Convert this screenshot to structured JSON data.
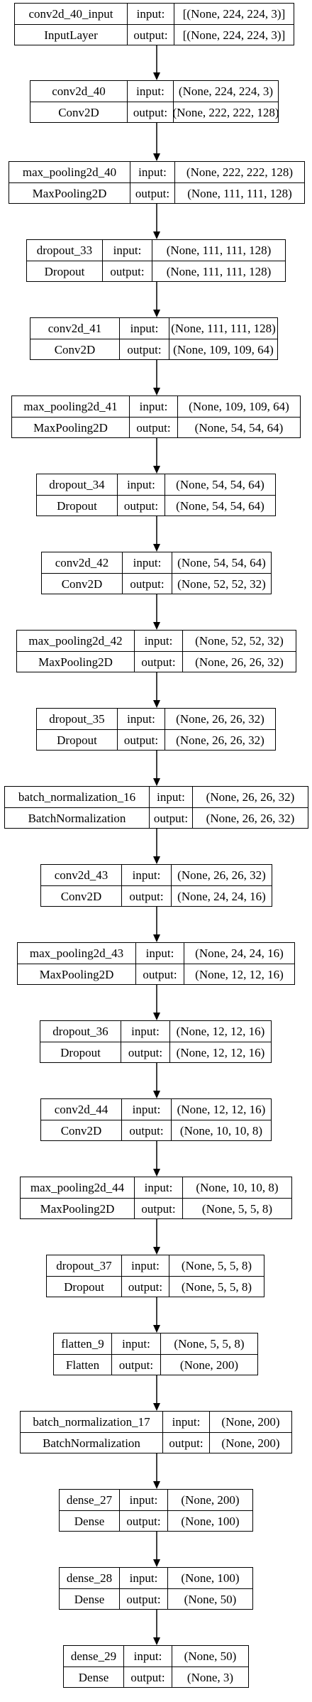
{
  "labels": {
    "input": "input:",
    "output": "output:"
  },
  "layers": [
    {
      "name": "conv2d_40_input",
      "type": "InputLayer",
      "input": "[(None, 224, 224, 3)]",
      "output": "[(None, 224, 224, 3)]"
    },
    {
      "name": "conv2d_40",
      "type": "Conv2D",
      "input": "(None, 224, 224, 3)",
      "output": "(None, 222, 222, 128)"
    },
    {
      "name": "max_pooling2d_40",
      "type": "MaxPooling2D",
      "input": "(None, 222, 222, 128)",
      "output": "(None, 111, 111, 128)"
    },
    {
      "name": "dropout_33",
      "type": "Dropout",
      "input": "(None, 111, 111, 128)",
      "output": "(None, 111, 111, 128)"
    },
    {
      "name": "conv2d_41",
      "type": "Conv2D",
      "input": "(None, 111, 111, 128)",
      "output": "(None, 109, 109, 64)"
    },
    {
      "name": "max_pooling2d_41",
      "type": "MaxPooling2D",
      "input": "(None, 109, 109, 64)",
      "output": "(None, 54, 54, 64)"
    },
    {
      "name": "dropout_34",
      "type": "Dropout",
      "input": "(None, 54, 54, 64)",
      "output": "(None, 54, 54, 64)"
    },
    {
      "name": "conv2d_42",
      "type": "Conv2D",
      "input": "(None, 54, 54, 64)",
      "output": "(None, 52, 52, 32)"
    },
    {
      "name": "max_pooling2d_42",
      "type": "MaxPooling2D",
      "input": "(None, 52, 52, 32)",
      "output": "(None, 26, 26, 32)"
    },
    {
      "name": "dropout_35",
      "type": "Dropout",
      "input": "(None, 26, 26, 32)",
      "output": "(None, 26, 26, 32)"
    },
    {
      "name": "batch_normalization_16",
      "type": "BatchNormalization",
      "input": "(None, 26, 26, 32)",
      "output": "(None, 26, 26, 32)"
    },
    {
      "name": "conv2d_43",
      "type": "Conv2D",
      "input": "(None, 26, 26, 32)",
      "output": "(None, 24, 24, 16)"
    },
    {
      "name": "max_pooling2d_43",
      "type": "MaxPooling2D",
      "input": "(None, 24, 24, 16)",
      "output": "(None, 12, 12, 16)"
    },
    {
      "name": "dropout_36",
      "type": "Dropout",
      "input": "(None, 12, 12, 16)",
      "output": "(None, 12, 12, 16)"
    },
    {
      "name": "conv2d_44",
      "type": "Conv2D",
      "input": "(None, 12, 12, 16)",
      "output": "(None, 10, 10, 8)"
    },
    {
      "name": "max_pooling2d_44",
      "type": "MaxPooling2D",
      "input": "(None, 10, 10, 8)",
      "output": "(None, 5, 5, 8)"
    },
    {
      "name": "dropout_37",
      "type": "Dropout",
      "input": "(None, 5, 5, 8)",
      "output": "(None, 5, 5, 8)"
    },
    {
      "name": "flatten_9",
      "type": "Flatten",
      "input": "(None, 5, 5, 8)",
      "output": "(None, 200)"
    },
    {
      "name": "batch_normalization_17",
      "type": "BatchNormalization",
      "input": "(None, 200)",
      "output": "(None, 200)"
    },
    {
      "name": "dense_27",
      "type": "Dense",
      "input": "(None, 200)",
      "output": "(None, 100)"
    },
    {
      "name": "dense_28",
      "type": "Dense",
      "input": "(None, 100)",
      "output": "(None, 50)"
    },
    {
      "name": "dense_29",
      "type": "Dense",
      "input": "(None, 50)",
      "output": "(None, 3)"
    }
  ]
}
